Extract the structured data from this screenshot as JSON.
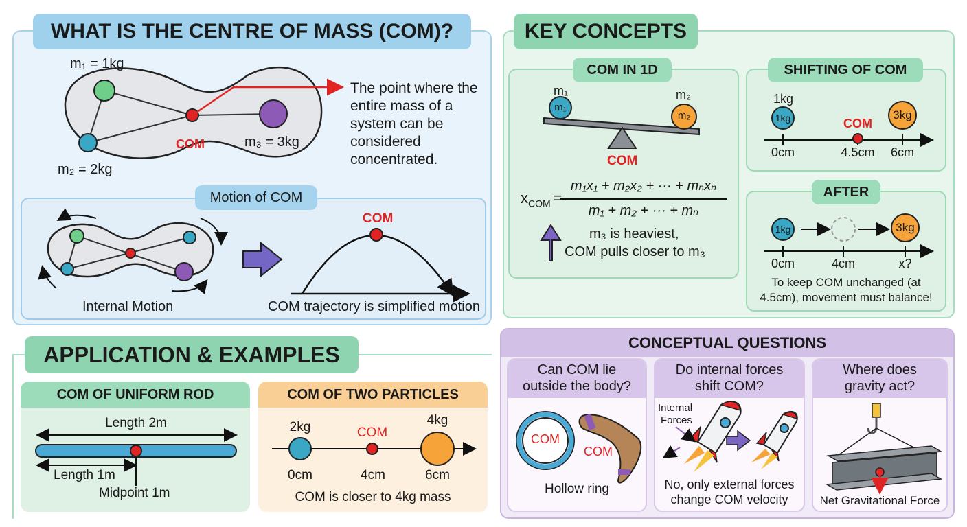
{
  "sec1": {
    "title": "WHAT IS THE CENTRE OF MASS (COM)?",
    "m1": "m₁ = 1kg",
    "m2": "m₂ = 2kg",
    "m3": "m₃ = 3kg",
    "com": "COM",
    "definition": [
      "The point where the",
      "entire mass of a",
      "system can be",
      "considered",
      "concentrated."
    ],
    "motion_title": "Motion of COM",
    "internal_motion": "Internal Motion",
    "com_top": "COM",
    "trajectory": "COM trajectory is simplified motion"
  },
  "sec2": {
    "title": "KEY CONCEPTS",
    "com1d": {
      "title": "COM IN 1D",
      "m1_top": "m₁",
      "m1_in": "m₁",
      "m2_top": "m₂",
      "m2_in": "m₂",
      "com": "COM",
      "formula_lhs": "x",
      "formula_lhs_sub": "COM",
      "formula_num": "m₁x₁ + m₂x₂ + ··· + mₙxₙ",
      "formula_den": "m₁ + m₂ + ··· + mₙ",
      "note1": "m₃ is heaviest,",
      "note2": "COM pulls closer to m₃"
    },
    "shifting": {
      "title": "SHIFTING OF COM",
      "m_left_top": "1kg",
      "m_left_in": "1kg",
      "m_right_in": "3kg",
      "com": "COM",
      "ticks": [
        "0cm",
        "4.5cm",
        "6cm"
      ]
    },
    "after": {
      "title": "AFTER",
      "m_left_in": "1kg",
      "m_right_in": "3kg",
      "ticks": [
        "0cm",
        "4cm",
        "x?"
      ],
      "note1": "To keep COM unchanged (at",
      "note2": "4.5cm), movement must balance!"
    }
  },
  "sec3": {
    "title": "APPLICATION & EXAMPLES",
    "rod": {
      "title": "COM OF UNIFORM ROD",
      "length_full": "Length 2m",
      "length_half": "Length 1m",
      "midpoint": "Midpoint 1m"
    },
    "two": {
      "title": "COM OF TWO PARTICLES",
      "m_left": "2kg",
      "m_right": "4kg",
      "com": "COM",
      "ticks": [
        "0cm",
        "4cm",
        "6cm"
      ],
      "note": "COM is closer to 4kg mass"
    }
  },
  "sec4": {
    "title": "CONCEPTUAL QUESTIONS",
    "q1": {
      "line1": "Can COM lie",
      "line2": "outside the body?",
      "ring_com": "COM",
      "boom_com": "COM",
      "caption": "Hollow ring"
    },
    "q2": {
      "line1": "Do internal forces",
      "line2": "shift COM?",
      "forces1": "Internal",
      "forces2": "Forces",
      "ans1": "No, only external forces",
      "ans2": "change COM velocity"
    },
    "q3": {
      "line1": "Where does",
      "line2": "gravity act?",
      "caption": "Net Gravitational Force"
    }
  },
  "colors": {
    "blue_hdr": "#9fd0ec",
    "blue_bg": "#e8f3fb",
    "blue_border": "#a9d3ea",
    "green_hdr": "#8fd4b0",
    "green_bg": "#e9f6ee",
    "green_border": "#a6dcbf",
    "orange_hdr": "#f9cf96",
    "orange_bg": "#fdf0de",
    "purple_hdr": "#d3c0e6",
    "purple_bg": "#f1eaf7",
    "red": "#e02424",
    "m_green": "#6fcf8a",
    "m_teal": "#3aa7c4",
    "m_purple": "#8d5bb5",
    "m_orange": "#f6a33a"
  }
}
